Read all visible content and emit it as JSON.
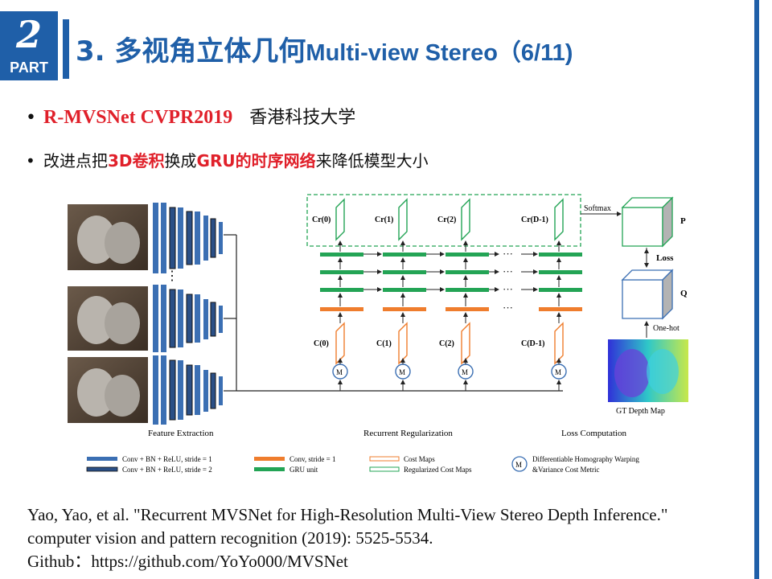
{
  "badge": {
    "number": "2",
    "label": "PART"
  },
  "title": {
    "main": "3. 多视角立体几何",
    "sub": "Multi-view Stereo（6/11)"
  },
  "bullets": [
    {
      "bold": "R-MVSNet CVPR2019",
      "rest": "香港科技大学"
    },
    {
      "parts": [
        "改进点把",
        "3D卷积",
        "换成",
        "GRU的时序网络",
        "来降低模型大小"
      ]
    }
  ],
  "diagram": {
    "ci_labels": [
      "Cr(0)",
      "Cr(1)",
      "Cr(2)",
      "Cr(D-1)"
    ],
    "c_labels": [
      "C(0)",
      "C(1)",
      "C(2)",
      "C(D-1)"
    ],
    "m_label": "M",
    "softmax": "Softmax",
    "p_label": "P",
    "q_label": "Q",
    "loss": "Loss",
    "onehot": "One-hot",
    "gt": "GT Depth Map",
    "dots": "···",
    "vdots": "⋮",
    "sections": [
      "Feature Extraction",
      "Recurrent Regularization",
      "Loss Computation"
    ],
    "legend": {
      "conv1": "Conv + BN + ReLU, stride = 1",
      "conv2": "Conv + BN + ReLU, stride = 2",
      "conv_s1": "Conv, stride = 1",
      "gru": "GRU unit",
      "cost": "Cost Maps",
      "reg_cost": "Regularized Cost Maps",
      "homo1": "Differentiable Homography Warping",
      "homo2": "&Variance Cost Metric"
    },
    "colors": {
      "blue": "#3b6fb3",
      "dark_blue": "#2a4f86",
      "orange": "#ef7d2d",
      "green": "#23a455"
    }
  },
  "reference": [
    "Yao, Yao, et al. \"Recurrent MVSNet for High-Resolution Multi-View Stereo Depth Inference.\"",
    "computer vision and pattern recognition (2019): 5525-5534.",
    "Github：https://github.com/YoYo000/MVSNet"
  ]
}
